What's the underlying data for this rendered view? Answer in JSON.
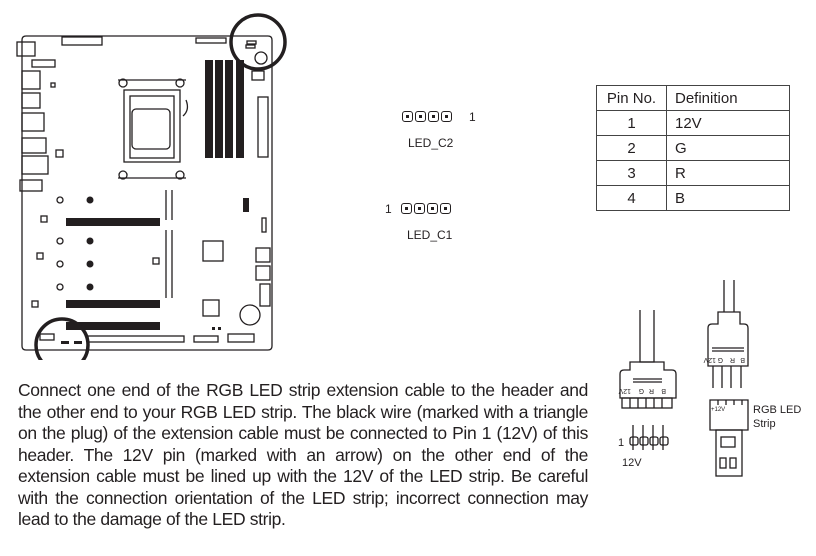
{
  "headers": {
    "led_c2": {
      "label": "LED_C2",
      "pin1_marker": "1"
    },
    "led_c1": {
      "label": "LED_C1",
      "pin1_marker": "1"
    }
  },
  "pin_table": {
    "columns": [
      "Pin No.",
      "Definition"
    ],
    "rows": [
      {
        "pin": "1",
        "definition": "12V"
      },
      {
        "pin": "2",
        "definition": "G"
      },
      {
        "pin": "3",
        "definition": "R"
      },
      {
        "pin": "4",
        "definition": "B"
      }
    ]
  },
  "diagram": {
    "plug_labels": [
      "12V",
      "G",
      "R",
      "B"
    ],
    "header_pin1": "1",
    "header_12v": "12V",
    "strip_plug_labels": [
      "12V",
      "G",
      "R",
      "B"
    ],
    "strip_marker": "+12V",
    "strip_label_line1": "RGB LED",
    "strip_label_line2": "Strip"
  },
  "description": "Connect one end of the RGB LED strip extension cable to the header and the other end to your RGB LED strip. The black wire (marked with a triangle on the plug) of the extension cable must be connected to Pin 1 (12V) of this header. The 12V pin (marked with an arrow) on the other end of the extension cable must be lined up with the 12V of the LED strip. Be careful with the connection orientation of the LED strip; incorrect connection may lead to the damage of the LED strip."
}
